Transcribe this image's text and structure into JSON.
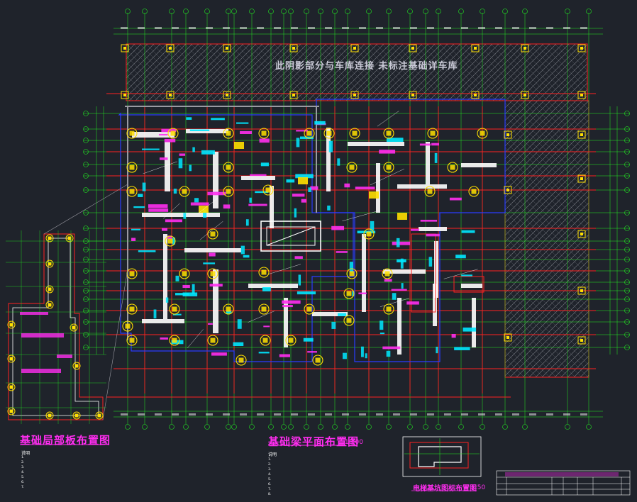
{
  "drawing": {
    "watermark": "此阴影部分与车库连接  未标注基础详车库",
    "main_title": "基础梁平面布置图",
    "main_scale": "1:100",
    "local_title": "基础局部板布置图",
    "pit_title": "电梯基坑图标布置图",
    "pit_scale": "1:50"
  },
  "notes": {
    "title": "说明",
    "local_items": [
      "1.",
      "2.",
      "3.",
      "4.",
      "5.",
      "6.",
      "7."
    ],
    "main_items": [
      "1.",
      "2.",
      "3.",
      "4.",
      "5.",
      "6.",
      "7.",
      "8."
    ]
  },
  "colors": {
    "background": "#1f232b",
    "grid": "#22ee22",
    "beam": "#ff2020",
    "label_magenta": "#ff2df0",
    "label_cyan": "#00e8ff",
    "column_yellow": "#ffe000",
    "wall_white": "#ffffff",
    "outline_blue": "#2a3cff"
  }
}
